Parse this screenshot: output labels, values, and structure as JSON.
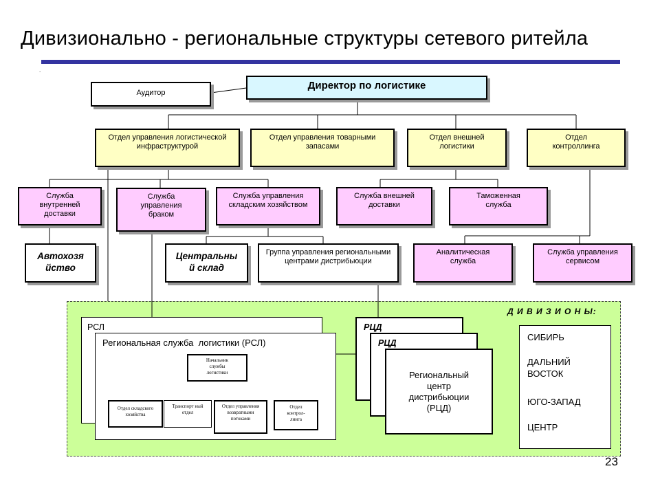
{
  "header": {
    "title": "Дивизионально - региональные структуры сетевого ритейла",
    "dot": "."
  },
  "top": {
    "director": "Директор по логистике",
    "auditor": "Аудитор"
  },
  "departments": {
    "infra": "Отдел управления логистической инфраструктурой",
    "stock": "Отдел управления товарными запасами",
    "external": "Отдел внешней логистики",
    "controlling": "Отдел контроллинга"
  },
  "services": {
    "internal_delivery": "Служба внутренней доставки",
    "defects": "Служба управления браком",
    "warehouse": "Служба управления складским хозяйством",
    "external_delivery": "Служба внешней доставки",
    "customs": "Таможенная служба"
  },
  "units": {
    "autohouse": "Автохозя йство",
    "central_warehouse": "Центральны й склад",
    "regional_group": "Группа управления региональными центрами дистрибьюции",
    "analytics": "Аналитическая служба",
    "service_mgmt": "Служба управления сервисом"
  },
  "divisions": {
    "heading": "Д И В И З И О Н Ы:",
    "rsl_short": "РСЛ",
    "rsl_full": "Региональная служба  логистики (РСЛ)",
    "head": "Начальник службы логистики",
    "sub_warehouse": "Отдел складского хозяйства",
    "sub_transport": "Транспорт ный отдел",
    "sub_returns": "Отдел управления возвратными потоками",
    "sub_controlling": "Отдел контрол-линга",
    "rcd_1": "РЦД",
    "rcd_2": "РЦД",
    "rcd_center": "Региональный центр дистрибьюции (РЦД)",
    "regions": [
      "СИБИРЬ",
      "ДАЛЬНИЙ ВОСТОК",
      "ЮГО-ЗАПАД",
      "ЦЕНТР"
    ]
  },
  "footer": {
    "page_number": "23"
  },
  "colors": {
    "title_bar": "#3333a0",
    "director_fill": "#d9f7ff",
    "department_fill": "#ffffc4",
    "service_fill": "#ffccff",
    "division_zone": "#ccff99"
  }
}
